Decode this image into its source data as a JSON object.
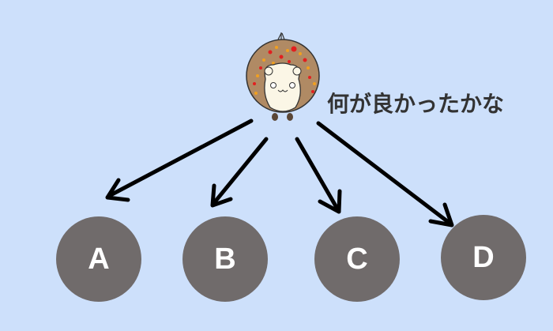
{
  "caption": "何が良かったかな",
  "options": [
    "A",
    "B",
    "C",
    "D"
  ],
  "colors": {
    "background": "#cde0fb",
    "circle": "#706b6b",
    "arrow": "#000000"
  },
  "icons": {
    "character": "hedgehog-icon"
  }
}
